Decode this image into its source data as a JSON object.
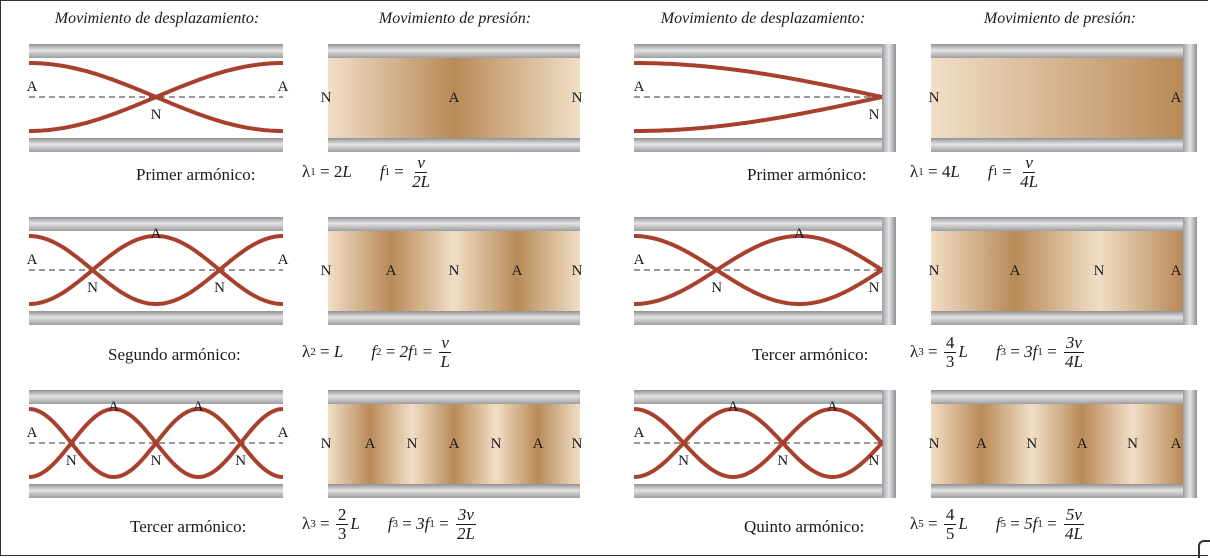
{
  "headers": {
    "left_displacement": "Movimiento de desplazamiento:",
    "left_pressure": "Movimiento de presión:",
    "right_displacement": "Movimiento de desplazamiento:",
    "right_pressure": "Movimiento de presión:"
  },
  "node_labels": {
    "antinode": "A",
    "node": "N"
  },
  "colors": {
    "wave": "#a8402e",
    "pipe_wall": "#b3b5b8",
    "column_dark": "#b98a58",
    "column_light": "#f1dec6"
  },
  "open_pipe": [
    {
      "caption": "Primer armónico:",
      "lambda": {
        "sym": "λ",
        "sub": "1",
        "rhs_pre": "2",
        "rhs_var": "L"
      },
      "freq": {
        "sym": "f",
        "sub": "1",
        "parts": [
          {
            "num": "v",
            "den": "2L"
          }
        ]
      },
      "pressure_labels": [
        "N",
        "A",
        "N"
      ]
    },
    {
      "caption": "Segundo armónico:",
      "lambda": {
        "sym": "λ",
        "sub": "2",
        "rhs_pre": "",
        "rhs_var": "L"
      },
      "freq": {
        "sym": "f",
        "sub": "2",
        "mid": "2f",
        "mid_sub": "1",
        "parts": [
          {
            "num": "v",
            "den": "L"
          }
        ]
      },
      "pressure_labels": [
        "N",
        "A",
        "N",
        "A",
        "N"
      ]
    },
    {
      "caption": "Tercer armónico:",
      "lambda": {
        "sym": "λ",
        "sub": "3",
        "frac_num": "2",
        "frac_den": "3",
        "rhs_var": "L"
      },
      "freq": {
        "sym": "f",
        "sub": "3",
        "mid": "3f",
        "mid_sub": "1",
        "parts": [
          {
            "num": "3v",
            "den": "2L"
          }
        ]
      },
      "pressure_labels": [
        "N",
        "A",
        "N",
        "A",
        "N",
        "A",
        "N"
      ]
    }
  ],
  "closed_pipe": [
    {
      "caption": "Primer armónico:",
      "lambda": {
        "sym": "λ",
        "sub": "1",
        "rhs_pre": "4",
        "rhs_var": "L"
      },
      "freq": {
        "sym": "f",
        "sub": "1",
        "parts": [
          {
            "num": "v",
            "den": "4L"
          }
        ]
      },
      "pressure_labels": [
        "N",
        "A"
      ]
    },
    {
      "caption": "Tercer armónico:",
      "lambda": {
        "sym": "λ",
        "sub": "3",
        "frac_num": "4",
        "frac_den": "3",
        "rhs_var": "L"
      },
      "freq": {
        "sym": "f",
        "sub": "3",
        "mid": "3f",
        "mid_sub": "1",
        "parts": [
          {
            "num": "3v",
            "den": "4L"
          }
        ]
      },
      "pressure_labels": [
        "N",
        "A",
        "N",
        "A"
      ]
    },
    {
      "caption": "Quinto armónico:",
      "lambda": {
        "sym": "λ",
        "sub": "5",
        "frac_num": "4",
        "frac_den": "5",
        "rhs_var": "L"
      },
      "freq": {
        "sym": "f",
        "sub": "5",
        "mid": "5f",
        "mid_sub": "1",
        "parts": [
          {
            "num": "5v",
            "den": "4L"
          }
        ]
      },
      "pressure_labels": [
        "N",
        "A",
        "N",
        "A",
        "N",
        "A"
      ]
    }
  ]
}
